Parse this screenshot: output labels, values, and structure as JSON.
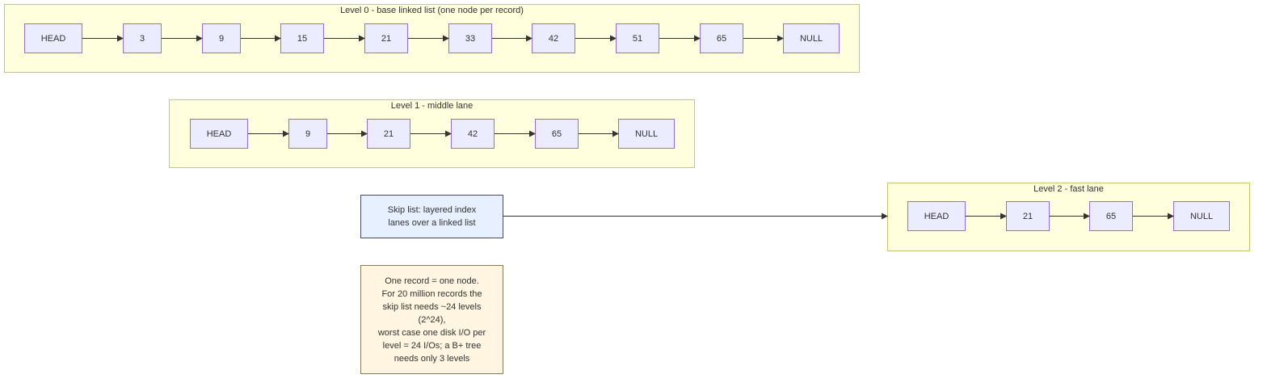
{
  "levels": [
    {
      "title": "Level 0 - base linked list (one node per record)",
      "nodes": [
        "HEAD",
        "3",
        "9",
        "15",
        "21",
        "33",
        "42",
        "51",
        "65",
        "NULL"
      ]
    },
    {
      "title": "Level 1 - middle lane",
      "nodes": [
        "HEAD",
        "9",
        "21",
        "42",
        "65",
        "NULL"
      ]
    },
    {
      "title": "Level 2 - fast lane",
      "nodes": [
        "HEAD",
        "21",
        "65",
        "NULL"
      ]
    }
  ],
  "notes": {
    "skip_list": "Skip list: layered index\nlanes over a linked list",
    "records": "One record = one node.\nFor 20 million records the\nskip list needs ~24 levels\n(2^24),\nworst case one disk I/O per\nlevel = 24 I/Os; a B+ tree\nneeds only 3 levels"
  }
}
